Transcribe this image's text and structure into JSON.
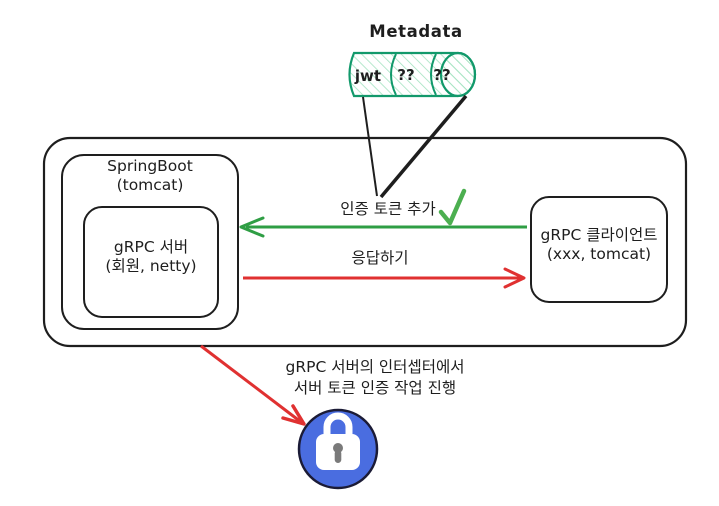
{
  "colors": {
    "ink": "#1e1e1e",
    "arrow_green": "#2f9e44",
    "check_green": "#4caf50",
    "arrow_red": "#e03131",
    "cylinder_green": "#12996b",
    "cylinder_hatch": "#a3e3c0",
    "lock_blue": "#4a6de0",
    "lock_outline": "#1b1b36",
    "keyhole_gray": "#7a7a7a"
  },
  "metadata_cylinder": {
    "title": "Metadata",
    "segments": [
      "jwt",
      "??",
      "??"
    ]
  },
  "boxes": {
    "springboot": {
      "line1": "SpringBoot",
      "line2": "(tomcat)"
    },
    "grpc_server": {
      "line1": "gRPC 서버",
      "line2": "(회원, netty)"
    },
    "grpc_client": {
      "line1": "gRPC 클라이언트",
      "line2": "(xxx, tomcat)"
    }
  },
  "arrows": {
    "add_auth_token_label": "인증 토큰 추가",
    "respond_label": "응답하기"
  },
  "notes": {
    "interceptor_line1": "gRPC 서버의 인터셉터에서",
    "interceptor_line2": "서버 토큰 인증 작업 진행"
  }
}
